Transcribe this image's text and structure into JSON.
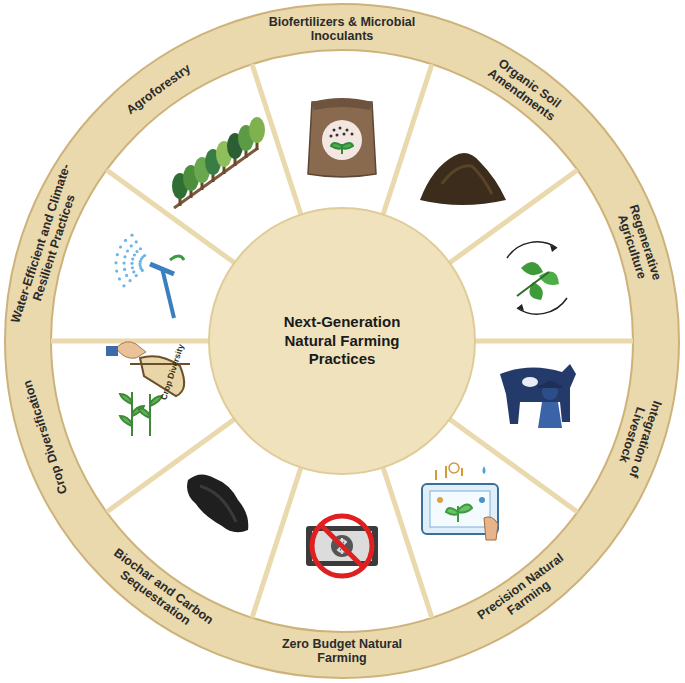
{
  "diagram": {
    "nodes": [
      {
        "text": [
          "Next-Generation Natural Farming Practices"
        ]
      },
      {
        "text": [
          "Biofertilizers & Microbial Inoculants"
        ]
      },
      {
        "text": [
          "Organic Soil Amendments"
        ]
      },
      {
        "text": [
          "Regenerative Agriculture"
        ]
      },
      {
        "text": [
          "Integration of Livestock"
        ]
      },
      {
        "text": [
          "Precision Natural Farming"
        ]
      },
      {
        "text": [
          "Zero Budget Natural Farming"
        ]
      },
      {
        "text": [
          "Biochar and Carbon Sequestration"
        ]
      },
      {
        "text": [
          "Crop Diversification"
        ]
      },
      {
        "text": [
          "Water-Efficient and Climate-Resilient Practices"
        ]
      },
      {
        "text": [
          "Agroforestry"
        ]
      }
    ],
    "labels": [
      "Crop Diversity"
    ]
  }
}
